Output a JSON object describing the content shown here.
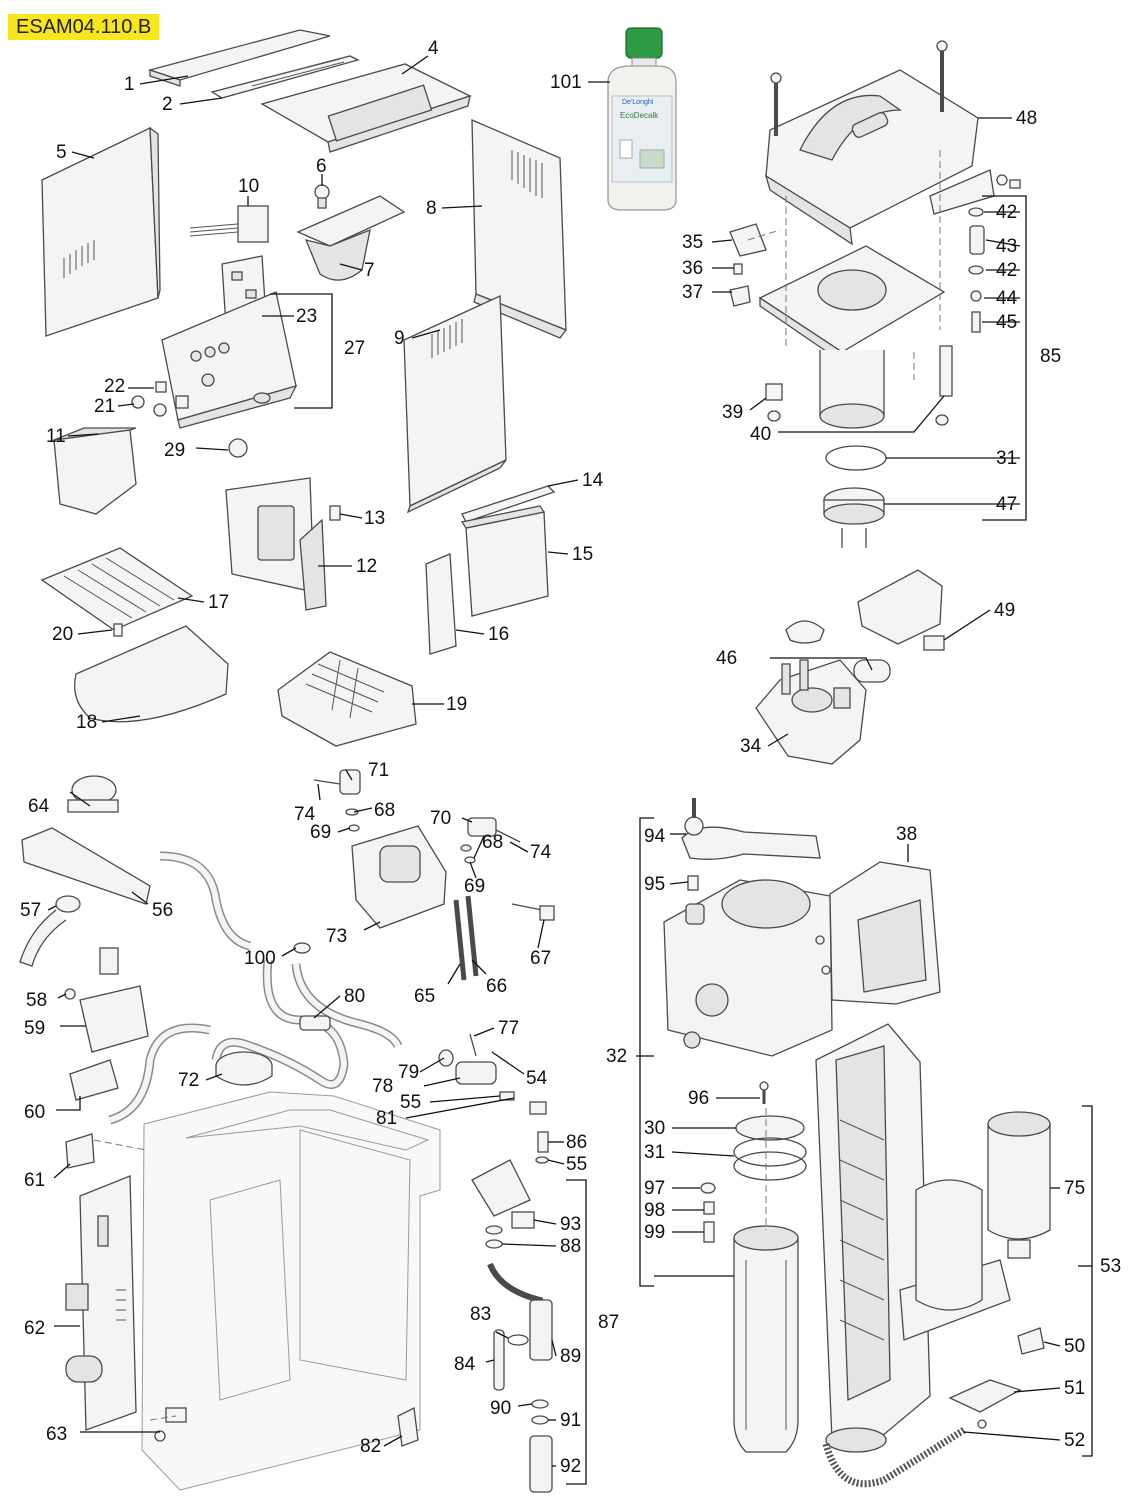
{
  "model_code": "ESAM04.110.B",
  "product": {
    "brand": "De'Longhi",
    "name": "EcoDecalk"
  },
  "callouts": [
    {
      "id": "c1",
      "label": "1"
    },
    {
      "id": "c2",
      "label": "2"
    },
    {
      "id": "c4",
      "label": "4"
    },
    {
      "id": "c5",
      "label": "5"
    },
    {
      "id": "c6",
      "label": "6"
    },
    {
      "id": "c7",
      "label": "7"
    },
    {
      "id": "c8",
      "label": "8"
    },
    {
      "id": "c9",
      "label": "9"
    },
    {
      "id": "c10",
      "label": "10"
    },
    {
      "id": "c11",
      "label": "11"
    },
    {
      "id": "c12",
      "label": "12"
    },
    {
      "id": "c13",
      "label": "13"
    },
    {
      "id": "c14",
      "label": "14"
    },
    {
      "id": "c15",
      "label": "15"
    },
    {
      "id": "c16",
      "label": "16"
    },
    {
      "id": "c17",
      "label": "17"
    },
    {
      "id": "c18",
      "label": "18"
    },
    {
      "id": "c19",
      "label": "19"
    },
    {
      "id": "c20",
      "label": "20"
    },
    {
      "id": "c21",
      "label": "21"
    },
    {
      "id": "c22",
      "label": "22"
    },
    {
      "id": "c23",
      "label": "23"
    },
    {
      "id": "c27",
      "label": "27"
    },
    {
      "id": "c29",
      "label": "29"
    },
    {
      "id": "c101",
      "label": "101"
    },
    {
      "id": "c48",
      "label": "48"
    },
    {
      "id": "c42a",
      "label": "42"
    },
    {
      "id": "c43",
      "label": "43"
    },
    {
      "id": "c42b",
      "label": "42"
    },
    {
      "id": "c44",
      "label": "44"
    },
    {
      "id": "c45",
      "label": "45"
    },
    {
      "id": "c85",
      "label": "85"
    },
    {
      "id": "c35",
      "label": "35"
    },
    {
      "id": "c36",
      "label": "36"
    },
    {
      "id": "c37",
      "label": "37"
    },
    {
      "id": "c39",
      "label": "39"
    },
    {
      "id": "c40",
      "label": "40"
    },
    {
      "id": "c31a",
      "label": "31"
    },
    {
      "id": "c47",
      "label": "47"
    },
    {
      "id": "c49",
      "label": "49"
    },
    {
      "id": "c46",
      "label": "46"
    },
    {
      "id": "c34",
      "label": "34"
    },
    {
      "id": "c64",
      "label": "64"
    },
    {
      "id": "c71",
      "label": "71"
    },
    {
      "id": "c74a",
      "label": "74"
    },
    {
      "id": "c68a",
      "label": "68"
    },
    {
      "id": "c69a",
      "label": "69"
    },
    {
      "id": "c70",
      "label": "70"
    },
    {
      "id": "c68b",
      "label": "68"
    },
    {
      "id": "c74b",
      "label": "74"
    },
    {
      "id": "c69b",
      "label": "69"
    },
    {
      "id": "c56",
      "label": "56"
    },
    {
      "id": "c57",
      "label": "57"
    },
    {
      "id": "c73",
      "label": "73"
    },
    {
      "id": "c67",
      "label": "67"
    },
    {
      "id": "c100",
      "label": "100"
    },
    {
      "id": "c65",
      "label": "65"
    },
    {
      "id": "c66",
      "label": "66"
    },
    {
      "id": "c58",
      "label": "58"
    },
    {
      "id": "c80",
      "label": "80"
    },
    {
      "id": "c59",
      "label": "59"
    },
    {
      "id": "c77",
      "label": "77"
    },
    {
      "id": "c79",
      "label": "79"
    },
    {
      "id": "c54",
      "label": "54"
    },
    {
      "id": "c72",
      "label": "72"
    },
    {
      "id": "c78",
      "label": "78"
    },
    {
      "id": "c60",
      "label": "60"
    },
    {
      "id": "c55a",
      "label": "55"
    },
    {
      "id": "c81",
      "label": "81"
    },
    {
      "id": "c86",
      "label": "86"
    },
    {
      "id": "c55b",
      "label": "55"
    },
    {
      "id": "c61",
      "label": "61"
    },
    {
      "id": "c93",
      "label": "93"
    },
    {
      "id": "c88",
      "label": "88"
    },
    {
      "id": "c62",
      "label": "62"
    },
    {
      "id": "c87",
      "label": "87"
    },
    {
      "id": "c83",
      "label": "83"
    },
    {
      "id": "c84",
      "label": "84"
    },
    {
      "id": "c89",
      "label": "89"
    },
    {
      "id": "c90",
      "label": "90"
    },
    {
      "id": "c91",
      "label": "91"
    },
    {
      "id": "c63",
      "label": "63"
    },
    {
      "id": "c82",
      "label": "82"
    },
    {
      "id": "c92",
      "label": "92"
    },
    {
      "id": "c94",
      "label": "94"
    },
    {
      "id": "c38",
      "label": "38"
    },
    {
      "id": "c95",
      "label": "95"
    },
    {
      "id": "c32",
      "label": "32"
    },
    {
      "id": "c96",
      "label": "96"
    },
    {
      "id": "c30",
      "label": "30"
    },
    {
      "id": "c31b",
      "label": "31"
    },
    {
      "id": "c97",
      "label": "97"
    },
    {
      "id": "c98",
      "label": "98"
    },
    {
      "id": "c99",
      "label": "99"
    },
    {
      "id": "c75",
      "label": "75"
    },
    {
      "id": "c53",
      "label": "53"
    },
    {
      "id": "c50",
      "label": "50"
    },
    {
      "id": "c51",
      "label": "51"
    },
    {
      "id": "c52",
      "label": "52"
    }
  ]
}
